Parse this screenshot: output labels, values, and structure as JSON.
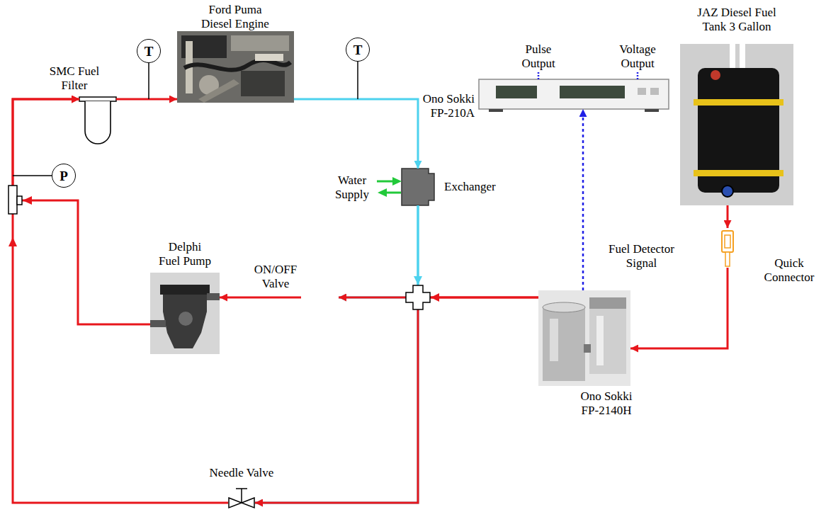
{
  "diagram": {
    "nodes": [
      {
        "text": [
          "Ford Puma Diesel Engine"
        ]
      },
      {
        "text": [
          "T"
        ]
      },
      {
        "text": [
          "SMC Fuel Filter"
        ]
      },
      {
        "text": [
          "T"
        ]
      },
      {
        "text": [
          "JAZ Diesel Fuel Tank 3 Gallon"
        ]
      },
      {
        "text": [
          "Ono Sokki FP-210A"
        ]
      },
      {
        "text": [
          "P"
        ]
      },
      {
        "text": [
          "Exchanger"
        ]
      },
      {
        "text": [
          "Quick Connector"
        ]
      },
      {
        "text": [
          "ON/OFF Valve"
        ]
      },
      {
        "text": [
          "Delphi Fuel Pump"
        ]
      },
      {
        "text": [
          "Ono Sokki FP-2140H"
        ]
      },
      {
        "text": [
          "Needle Valve"
        ]
      }
    ],
    "edges": [
      {
        "from": 0,
        "to": 7,
        "arrow": "to"
      },
      {
        "from": 7,
        "to": 9,
        "arrow": "to"
      },
      {
        "from": 7,
        "to": 12,
        "arrow": "to"
      },
      {
        "from": 4,
        "to": 8,
        "arrow": "to"
      },
      {
        "from": 8,
        "to": 11,
        "arrow": "to"
      },
      {
        "from": 11,
        "to": 5,
        "label": "Fuel Detector Signal",
        "arrow": "to"
      },
      {
        "from": 11,
        "to": 9,
        "arrow": "to"
      },
      {
        "from": 11,
        "to": 12,
        "arrow": "to"
      },
      {
        "from": 9,
        "to": 10,
        "arrow": "to"
      },
      {
        "from": 10,
        "to": 2,
        "arrow": "to"
      },
      {
        "from": 12,
        "to": 2,
        "arrow": "to"
      },
      {
        "from": 2,
        "to": 0,
        "arrow": "to"
      }
    ],
    "labels": [
      "Pulse Output",
      "Voltage Output",
      "Water Supply"
    ]
  }
}
